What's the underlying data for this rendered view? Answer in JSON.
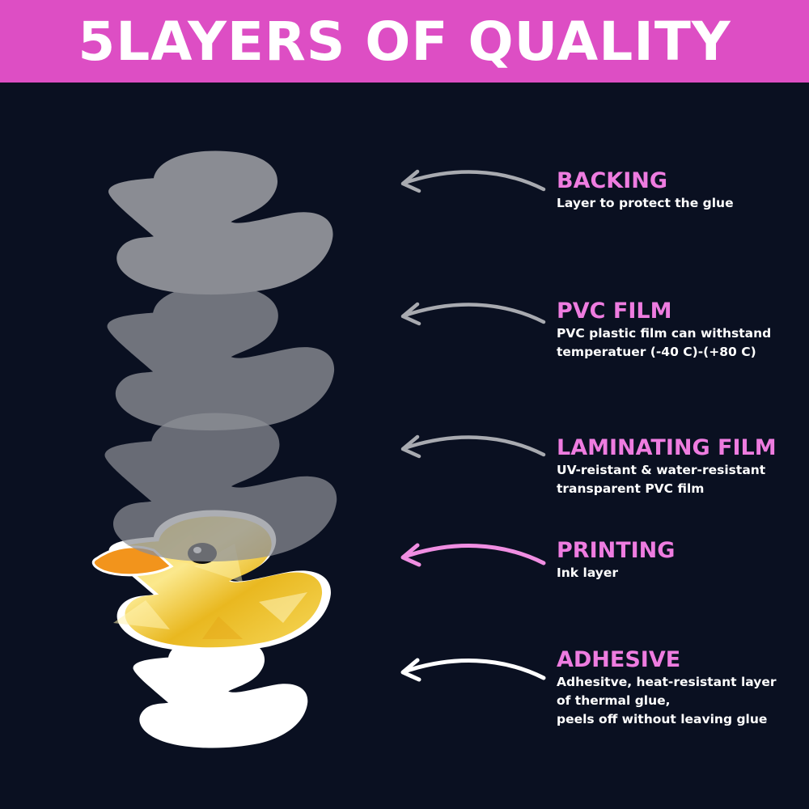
{
  "banner": {
    "title": "5LAYERS OF QUALITY"
  },
  "colors": {
    "banner_bg": "#dd4ec4",
    "background": "#0a1021",
    "accent_title": "#ee7ce0",
    "printing_arrow": "#f08ee2"
  },
  "layers": [
    {
      "title": "BACKING",
      "desc": [
        "Layer to protect the glue"
      ],
      "arrow_icon": "arrow-left-icon"
    },
    {
      "title": "PVC FILM",
      "desc": [
        "PVC plastic film can withstand",
        "temperatuer (-40 C)-(+80 C)"
      ],
      "arrow_icon": "arrow-left-icon"
    },
    {
      "title": "LAMINATING FILM",
      "desc": [
        "UV-reistant & water-resistant",
        "transparent PVC film"
      ],
      "arrow_icon": "arrow-left-icon"
    },
    {
      "title": "PRINTING",
      "desc": [
        "Ink layer"
      ],
      "arrow_icon": "arrow-left-icon"
    },
    {
      "title": "ADHESIVE",
      "desc": [
        "Adhesitve, heat-resistant layer",
        "of thermal glue,",
        "peels off without leaving glue"
      ],
      "arrow_icon": "arrow-left-icon"
    }
  ],
  "illustration": {
    "subject": "rubber duck sticker layers",
    "icon": "duck-sticker-icon"
  }
}
